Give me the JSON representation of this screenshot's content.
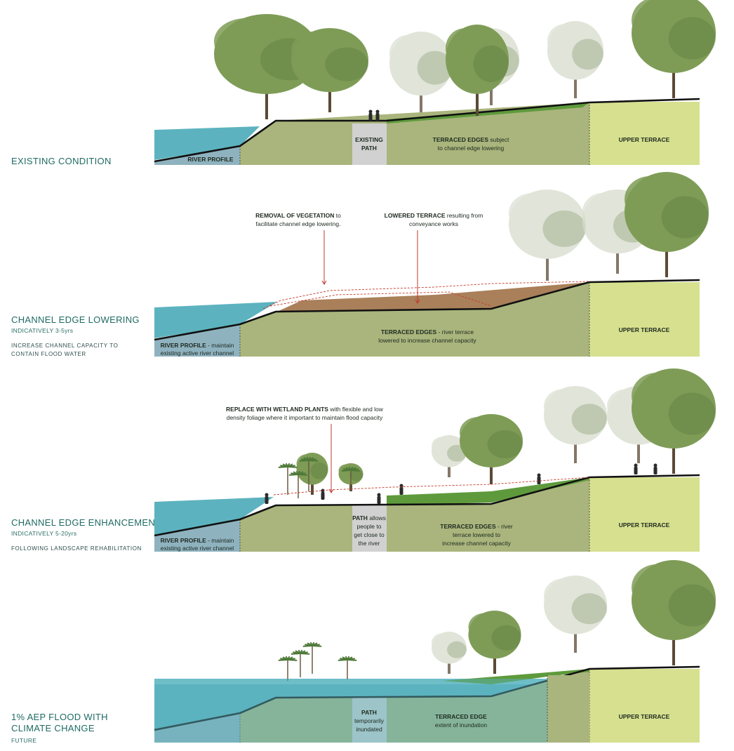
{
  "panels": [
    {
      "title": "EXISTING CONDITION",
      "subtitle": "",
      "note": "",
      "labels": {
        "river_profile": "RIVER PROFILE",
        "path": "EXISTING\nPATH",
        "terraced": "TERRACED EDGES subject\nto channel edge lowering",
        "upper": "UPPER TERRACE"
      }
    },
    {
      "title": "CHANNEL EDGE LOWERING",
      "subtitle": "INDICATIVELY 3-5yrs",
      "note": "INCREASE CHANNEL CAPACITY TO\nCONTAIN FLOOD WATER",
      "labels": {
        "river_profile": "RIVER PROFILE - maintain\nexisting active river channel",
        "terraced": "TERRACED EDGES - river terrace\nlowered to increase channel capacity",
        "upper": "UPPER TERRACE"
      },
      "callouts": [
        {
          "bold": "REMOVAL OF VEGETATION",
          "rest": " to",
          "line2": "facilitate channel edge lowering."
        },
        {
          "bold": "LOWERED TERRACE",
          "rest": " resulting from",
          "line2": "conveyance works"
        }
      ]
    },
    {
      "title": "CHANNEL EDGE ENHANCEMENT",
      "subtitle": "INDICATIVELY 5-20yrs",
      "note": "FOLLOWING LANDSCAPE REHABILITATION",
      "labels": {
        "river_profile": "RIVER PROFILE - maintain\nexisting active river channel",
        "path": "PATH allows\npeople to\nget close to\nthe river",
        "terraced": "TERRACED EDGES - river\nterrace lowered to\nincrease channel capacity",
        "upper": "UPPER TERRACE"
      },
      "callouts": [
        {
          "bold": "REPLACE WITH WETLAND PLANTS",
          "rest": " with flexible and low",
          "line2": "density foliage where it important to maintain flood capacity"
        }
      ]
    },
    {
      "title": "1% AEP FLOOD WITH\nCLIMATE CHANGE",
      "subtitle": "FUTURE",
      "note": "",
      "labels": {
        "path": "PATH\ntemporarily\ninundated",
        "terraced": "TERRACED EDGE\nextent of inundation",
        "upper": "UPPER TERRACE"
      }
    }
  ],
  "colors": {
    "water": "#5cb3bf",
    "water_light": "#8fcfd6",
    "river_section": "#8fb2bf",
    "terrace_section": "#a9b57c",
    "upper_section": "#d6e08f",
    "path_section": "#d1d1d1",
    "grass": "#5e9a3c",
    "soil": "#a9805a",
    "tree": "#7e9c56",
    "tree_dark": "#56753a",
    "tree_fade": "#d7dccd",
    "heading": "#1f6b63",
    "callout_line": "#c0392b"
  }
}
